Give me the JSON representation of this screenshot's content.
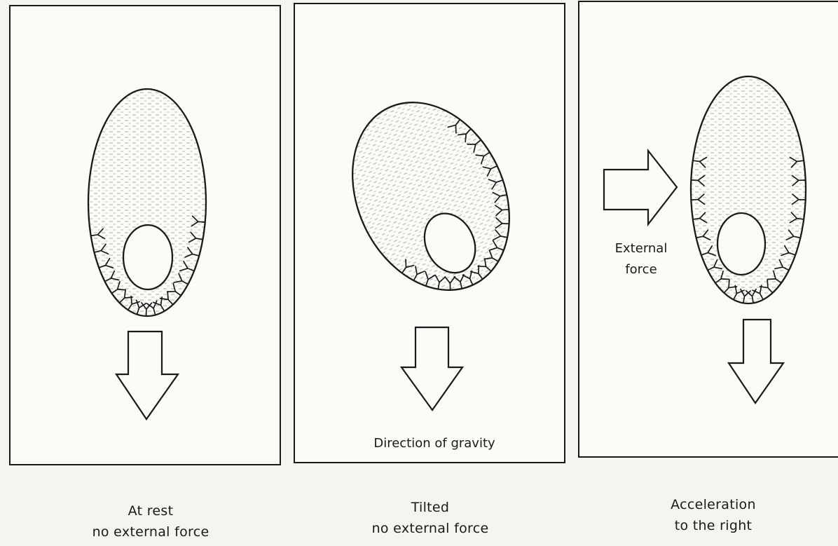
{
  "panels": [
    {
      "id": "at-rest",
      "caption_line1": "At rest",
      "caption_line2": "no external force"
    },
    {
      "id": "tilted",
      "caption_line1": "Tilted",
      "caption_line2": "no external force",
      "inner_label": "Direction of gravity"
    },
    {
      "id": "acceleration",
      "caption_line1": "Acceleration",
      "caption_line2": "to the right",
      "force_label_line1": "External",
      "force_label_line2": "force"
    }
  ],
  "colors": {
    "ink": "#1a1a1a",
    "panel_bg": "#fbfbf8",
    "page_bg": "#f4f4f0",
    "fill_texture": "#b9b9b9"
  }
}
